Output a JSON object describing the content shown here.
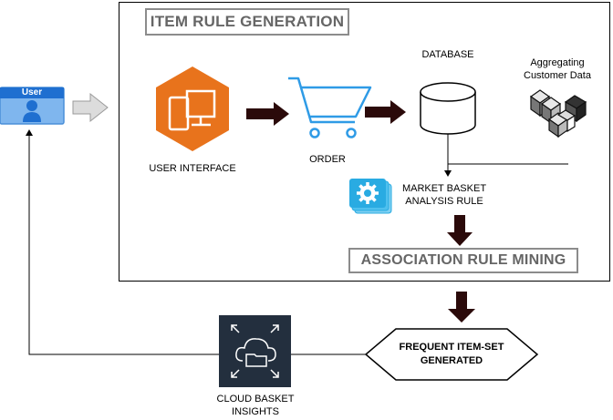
{
  "main_title": "ITEM RULE GENERATION",
  "mining_title": "ASSOCIATION RULE MINING",
  "user_label": "User",
  "ui_label": "USER INTERFACE",
  "order_label": "ORDER",
  "database_label": "DATABASE",
  "aggregating_label": [
    "Aggregating",
    "Customer Data"
  ],
  "mba_label": [
    "MARKET BASKET",
    "ANALYSIS RULE"
  ],
  "frequent_label": [
    "FREQUENT ITEM-SET",
    "GENERATED"
  ],
  "cloud_label": [
    "CLOUD BASKET",
    "INSIGHTS"
  ],
  "colors": {
    "ui_orange": "#e8731c",
    "cart_blue": "#2f9be6",
    "user_blue": "#4a8fd8",
    "gear_blue": "#29abe2",
    "cloud_dark": "#232f3e",
    "arrow_dark": "#2b0a0a"
  }
}
